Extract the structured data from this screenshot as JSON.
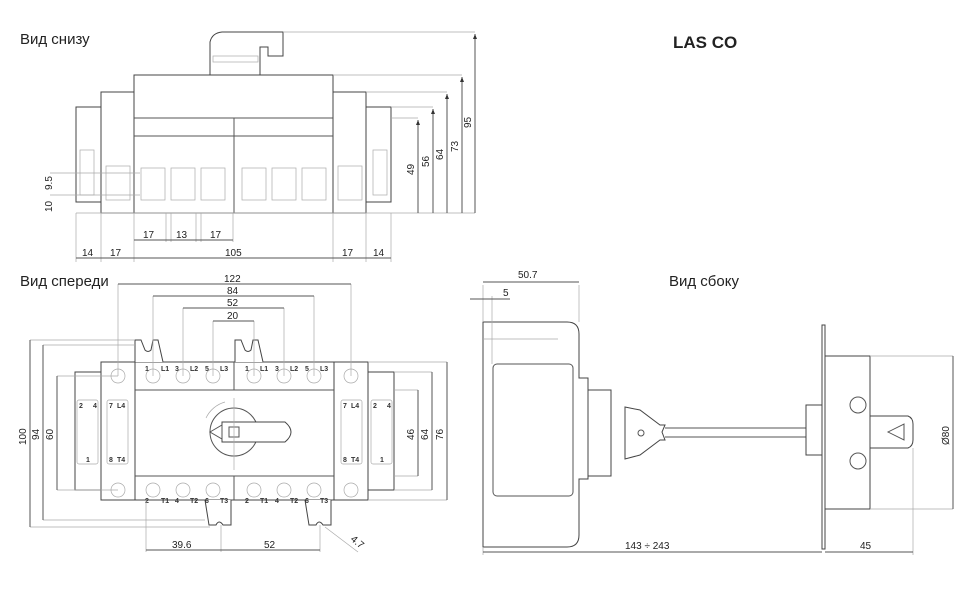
{
  "title": "LAS CO",
  "views": {
    "bottom": {
      "label": "Вид снизу",
      "dims_h": [
        "14",
        "17",
        "105",
        "17",
        "14",
        "17",
        "13",
        "17"
      ],
      "dims_v": [
        "49",
        "56",
        "64",
        "73",
        "95"
      ],
      "dims_left": [
        "10",
        "9.5"
      ]
    },
    "front": {
      "label": "Вид спереди",
      "dims_top": [
        "122",
        "84",
        "52",
        "20"
      ],
      "dims_left": [
        "100",
        "94",
        "60"
      ],
      "dims_right": [
        "46",
        "64",
        "76"
      ],
      "dims_bottom": [
        "39.6",
        "52"
      ],
      "hole_dim": "4.7",
      "top_terminals": [
        "1",
        "L1",
        "3",
        "L2",
        "5",
        "L3",
        "1",
        "L1",
        "3",
        "L2",
        "5",
        "L3"
      ],
      "bottom_terminals": [
        "2",
        "T1",
        "4",
        "T2",
        "6",
        "T3",
        "2",
        "T1",
        "4",
        "T2",
        "6",
        "T3"
      ],
      "aux_left": [
        "2",
        "4",
        "1"
      ],
      "aux_pole_left": [
        "7",
        "L4",
        "8",
        "T4"
      ],
      "aux_pole_right": [
        "7",
        "L4",
        "8",
        "T4"
      ],
      "aux_right": [
        "2",
        "4",
        "1"
      ]
    },
    "side": {
      "label": "Вид сбоку",
      "dims": [
        "50.7",
        "5",
        "143 ÷ 243",
        "45",
        "Ø80"
      ]
    }
  },
  "colors": {
    "line": "#555555",
    "text": "#222222"
  }
}
